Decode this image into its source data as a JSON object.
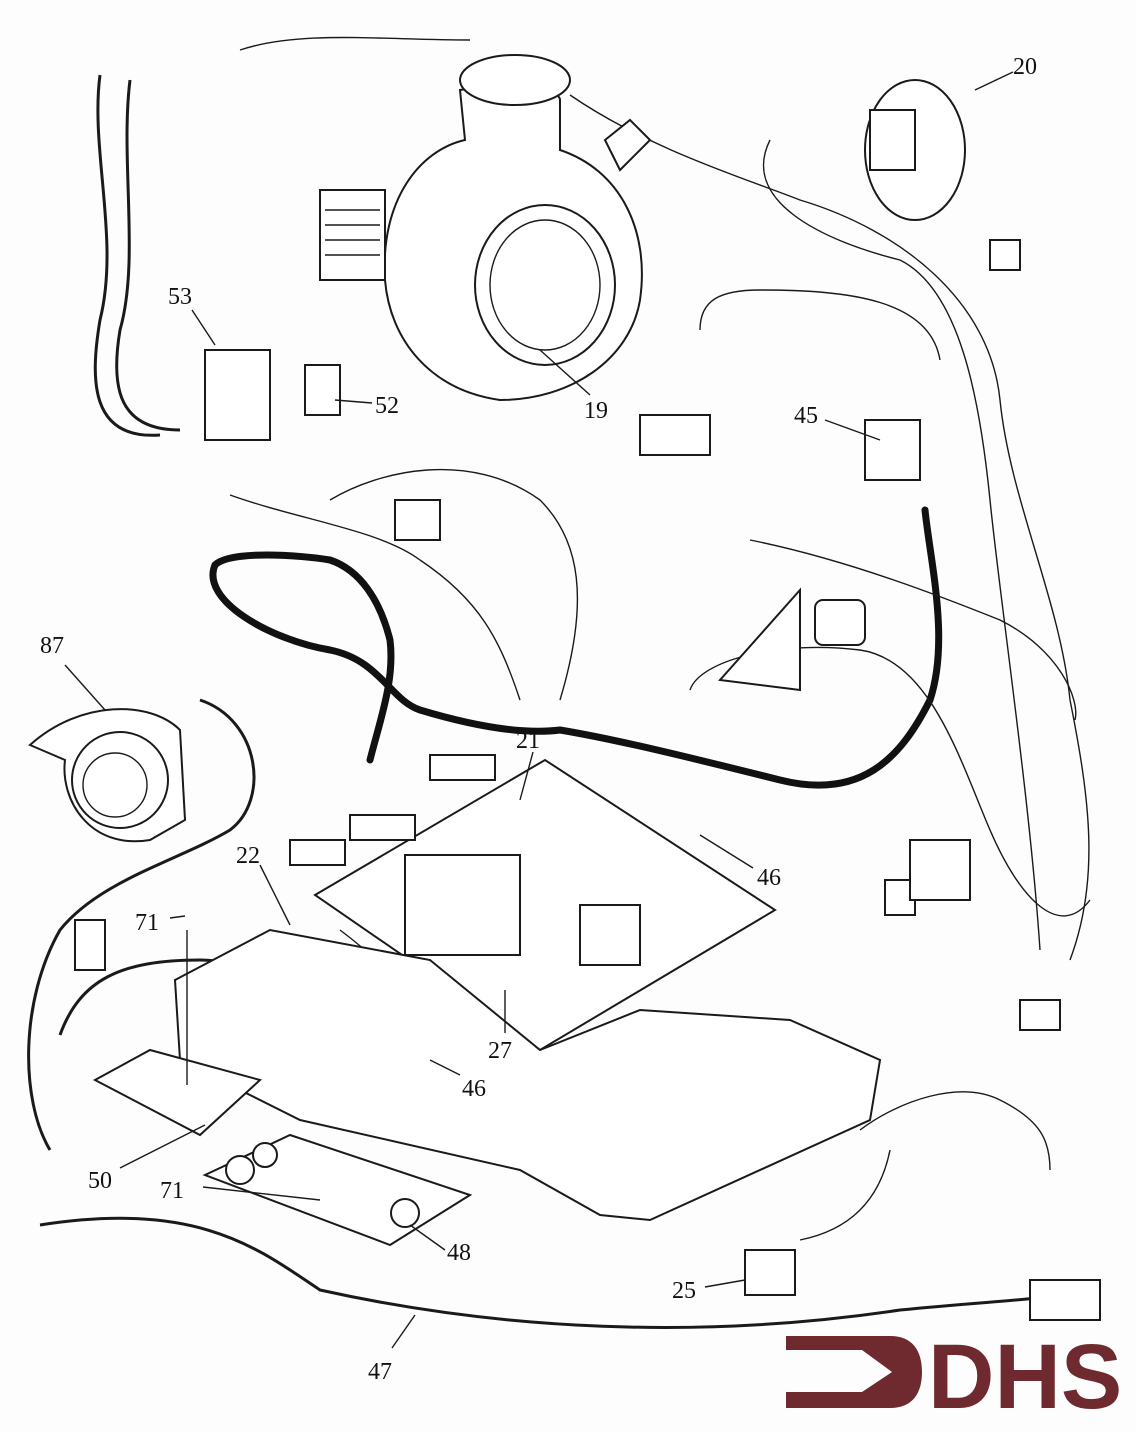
{
  "diagram": {
    "part_labels": {
      "p20": "20",
      "p53": "53",
      "p52": "52",
      "p19": "19",
      "p45": "45",
      "p87": "87",
      "p21": "21",
      "p46a": "46",
      "p22": "22",
      "p71a": "71",
      "p27": "27",
      "p46b": "46",
      "p50": "50",
      "p71b": "71",
      "p48": "48",
      "p25": "25",
      "p47": "47"
    },
    "logo": {
      "text": "DHS",
      "color": "#6e2a2e"
    }
  }
}
